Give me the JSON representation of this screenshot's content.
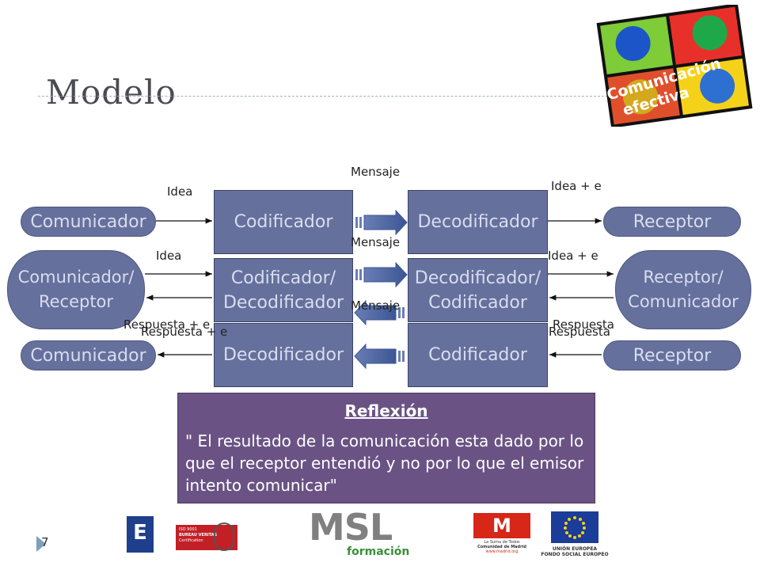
{
  "slide": {
    "title": "Modelo",
    "page_number": "7"
  },
  "logo_top": {
    "line1": "Comunicación",
    "line2": "efectiva"
  },
  "diagram": {
    "row1": {
      "comunicador": "Comunicador",
      "codificador": "Codificador",
      "decodificador": "Decodificador",
      "receptor": "Receptor",
      "idea": "Idea",
      "mensaje": "Mensaje",
      "idea_e": "Idea + e"
    },
    "row2": {
      "comunicador_l1": "Comunicador/",
      "comunicador_l2": "Receptor",
      "codificador_l1": "Codificador/",
      "codificador_l2": "Decodificador",
      "decodificador_l1": "Decodificador/",
      "decodificador_l2": "Codificador",
      "receptor_l1": "Receptor/",
      "receptor_l2": "Comunicador",
      "idea": "Idea",
      "mensaje_top": "Mensaje",
      "mensaje_bottom": "Mensaje",
      "idea_e": "Idea + e",
      "respuesta_e": "Respuesta + e",
      "respuesta": "Respuesta"
    },
    "row3": {
      "comunicador": "Comunicador",
      "decodificador": "Decodificador",
      "codificador": "Codificador",
      "receptor": "Receptor",
      "respuesta_e": "Respuesta + e",
      "respuesta": "Respuesta"
    }
  },
  "reflection": {
    "heading": "Reflexión",
    "text": "\" El resultado de la comunicación esta dado por lo que el receptor entendió y no por lo que el emisor intento comunicar\""
  },
  "footer_logos": {
    "msl_word": "MSL",
    "msl_sub": "formación",
    "bv_line1": "ISO 9001",
    "bv_line2": "BUREAU VERITAS",
    "bv_line3": "Certification",
    "madrid_line1": "La Suma de Todos",
    "madrid_line2": "Comunidad de Madrid",
    "madrid_line3": "www.madrid.org",
    "ue_line1": "UNIÓN EUROPEA",
    "ue_line2": "FONDO SOCIAL EUROPEO",
    "e_letter": "E"
  },
  "colors": {
    "node_fill": "#66709c",
    "node_text": "#d9ddf0",
    "reflection_fill": "#6a5384"
  }
}
